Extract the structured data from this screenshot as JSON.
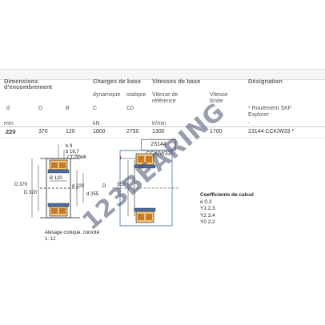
{
  "headers": {
    "dimensions": "Dimensions",
    "dimensions_sub": "d'encombrement",
    "loads": "Charges de base",
    "speeds": "Vitesses de base",
    "designation": "Désignation"
  },
  "subheaders": {
    "dynamic": "dynamique",
    "static": "statique",
    "ref_speed_1": "Vitesse de",
    "ref_speed_2": "référence",
    "limit_speed_1": "Vitesse",
    "limit_speed_2": "limite",
    "skf_1": "* Roulement SKF",
    "skf_2": "Explorer"
  },
  "columns": {
    "d": "d",
    "D": "D",
    "B": "B",
    "C": "C",
    "C0": "C0"
  },
  "units": {
    "mm": "mm",
    "kN": "kN",
    "rpm": "tr/min",
    "dash": "-"
  },
  "row": {
    "d": "220",
    "D": "370",
    "B": "120",
    "C": "1800",
    "C0": "2750",
    "ref_speed": "1300",
    "limit_speed": "1700",
    "designation": "23144 CCK/W33 *"
  },
  "drawing": {
    "code": "23144 CCK/W33",
    "lbl_b_top": "b",
    "val_b_top": "9",
    "lbl_b1": "b",
    "val_b1": "16,7",
    "lbl_r": "r",
    "val_r": "1,2min",
    "val_4": "4",
    "lbl_D": "D",
    "val_D": "370",
    "lbl_D1": "D",
    "val_D1": "320",
    "lbl_B": "B",
    "val_B": "120",
    "lbl_d": "d",
    "val_d": "220",
    "lbl_d2": "d",
    "val_d2": "255",
    "lbl_ra": "r",
    "lbl_Da": "D",
    "val_Da": "353",
    "taper_1": "Alésage conique, conicité",
    "taper_2": "1: 12"
  },
  "calc": {
    "title": "Coefficients de calcul",
    "e": "e 0,3",
    "Y1": "Y1 2,3",
    "Y2": "Y2 3,4",
    "Y0": "Y0 2,2"
  },
  "watermark": "123BEARING"
}
